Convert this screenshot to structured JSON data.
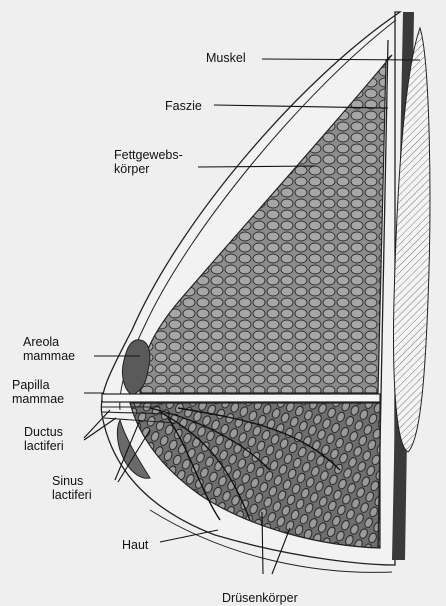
{
  "labels": {
    "muskel": "Muskel",
    "faszie": "Faszie",
    "fettgewebskorper": "Fettgewebs-\nkörper",
    "areola": "Areola\nmammae",
    "papilla": "Papilla\nmammae",
    "ductus": "Ductus\nlactiferi",
    "sinus": "Sinus\nlactiferi",
    "haut": "Haut",
    "drusenkorper": "Drüsenkörper"
  },
  "colors": {
    "background": "#d9d9d9",
    "paper": "#efefef",
    "fat_tissue": "#8a8a8a",
    "gland_tissue": "#6e6e6e",
    "ink": "#111111"
  }
}
